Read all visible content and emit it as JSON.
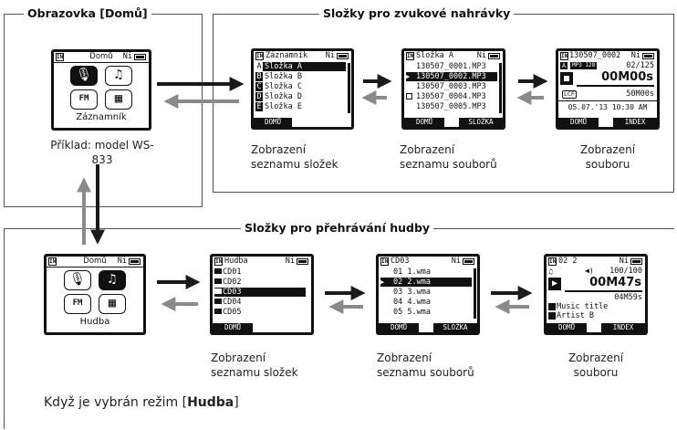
{
  "sections": {
    "home": {
      "title": "Obrazovka [Domů]"
    },
    "recordings": {
      "title": "Složky pro zvukové nahrávky"
    },
    "music": {
      "title": "Složky pro přehrávání hudby"
    }
  },
  "home_screen_rec": {
    "status_in": "IN",
    "status_title": "Domů",
    "status_batt": "Ni",
    "label": "Záznamník",
    "icons": [
      "microphone-icon",
      "music-note-icon",
      "fm-radio-icon",
      "calendar-icon"
    ],
    "caption": "Příklad: model WS-833"
  },
  "rec_folder_list": {
    "status_in": "IN",
    "status_title": "Záznamník",
    "status_batt": "Ni",
    "items": [
      {
        "badge": "A",
        "label": "Složka A",
        "selected": true
      },
      {
        "badge": "B",
        "label": "Složka B",
        "selected": false
      },
      {
        "badge": "C",
        "label": "Složka C",
        "selected": false
      },
      {
        "badge": "D",
        "label": "Složka D",
        "selected": false
      },
      {
        "badge": "E",
        "label": "Složka E",
        "selected": false
      }
    ],
    "softkeys": [
      "DOMŮ"
    ],
    "caption": "Zobrazení seznamu složek"
  },
  "rec_file_list": {
    "status_in": "IN",
    "status_title": "Složka A",
    "status_batt": "Ni",
    "items": [
      {
        "label": "130507_0001.MP3",
        "selected": false
      },
      {
        "label": "130507_0002.MP3",
        "selected": true
      },
      {
        "label": "130507_0003.MP3",
        "selected": false
      },
      {
        "label": "130507_0004.MP3",
        "selected": false
      },
      {
        "label": "130507_0005.MP3",
        "selected": false
      }
    ],
    "softkeys": [
      "DOMŮ",
      "SLOŽKA"
    ],
    "caption": "Zobrazení seznamu souborů"
  },
  "rec_file_view": {
    "status_in": "IN",
    "status_title": "130507_0002",
    "status_batt": "Ni",
    "folder_badge": "A",
    "format": "MP3 128",
    "index": "02/125",
    "time": "00M00s",
    "remaining": "50M00s",
    "lcf_badge": "LCF",
    "datetime": "05.07.'13 10:30 AM",
    "softkeys": [
      "DOMŮ",
      "INDEX"
    ],
    "caption": "Zobrazení souboru"
  },
  "home_screen_music": {
    "status_in": "IN",
    "status_title": "Domů",
    "status_batt": "Ni",
    "label": "Hudba",
    "icons": [
      "microphone-icon",
      "music-note-icon",
      "fm-radio-icon",
      "calendar-icon"
    ]
  },
  "music_folder_list": {
    "status_in": "IN",
    "status_title": "Hudba",
    "status_batt": "Ni",
    "items": [
      {
        "label": "CD01",
        "selected": false
      },
      {
        "label": "CD02",
        "selected": false
      },
      {
        "label": "CD03",
        "selected": true
      },
      {
        "label": "CD04",
        "selected": false
      },
      {
        "label": "CD05",
        "selected": false
      }
    ],
    "softkeys": [
      "DOMŮ"
    ],
    "caption": "Zobrazení seznamu složek"
  },
  "music_file_list": {
    "status_in": "IN",
    "status_title": "CD03",
    "status_batt": "Ni",
    "items": [
      {
        "label": "01 1.wma",
        "selected": false
      },
      {
        "label": "02 2.wma",
        "selected": true
      },
      {
        "label": "03 3.wma",
        "selected": false
      },
      {
        "label": "04 4.wma",
        "selected": false
      },
      {
        "label": "05 5.wma",
        "selected": false
      }
    ],
    "softkeys": [
      "DOMŮ",
      "SLOŽKA"
    ],
    "caption": "Zobrazení seznamu souborů"
  },
  "music_file_view": {
    "status_in": "IN",
    "status_title": "02 2",
    "status_batt": "Ni",
    "volume": "100/100",
    "time": "00M47s",
    "remaining": "04M59s",
    "title": "Music title",
    "artist": "Artist B",
    "softkeys": [
      "DOMŮ",
      "INDEX"
    ],
    "caption": "Zobrazení souboru"
  },
  "footer_note": {
    "prefix": "Když je vybrán režim [",
    "mode": "Hudba",
    "suffix": "]"
  },
  "colors": {
    "arrow_dark": "#1a1a1a",
    "arrow_gray": "#8a8a8a",
    "frame": "#555555"
  }
}
